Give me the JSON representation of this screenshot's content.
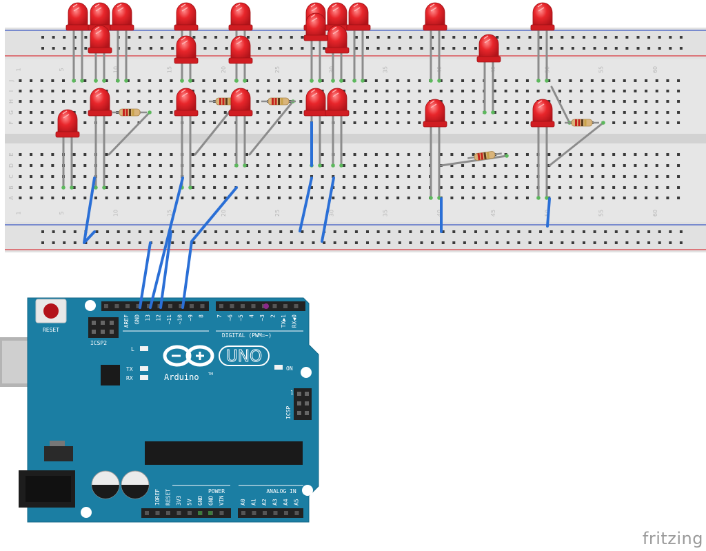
{
  "breadboard": {
    "column_numbers": [
      "1",
      "5",
      "10",
      "15",
      "20",
      "25",
      "30",
      "35",
      "40",
      "45",
      "50",
      "55",
      "60"
    ],
    "row_letters_top": [
      "J",
      "I",
      "H",
      "G",
      "F"
    ],
    "row_letters_bottom": [
      "E",
      "D",
      "C",
      "B",
      "A"
    ]
  },
  "arduino": {
    "model": "UNO",
    "brand": "Arduino",
    "trademark": "TM",
    "reset_label": "RESET",
    "icsp2_label": "ICSP2",
    "icsp_label": "ICSP",
    "icsp_pin1": "1",
    "digital_label": "DIGITAL (PWM=~)",
    "power_label": "POWER",
    "analog_label": "ANALOG IN",
    "led_l": "L",
    "led_tx": "TX",
    "led_rx": "RX",
    "led_on": "ON",
    "top_header_left": [
      "AREF",
      "GND",
      "13",
      "12",
      "~11",
      "~10",
      "~9",
      "8"
    ],
    "top_header_right": [
      "7",
      "~6",
      "~5",
      "4",
      "~3",
      "2",
      "TX▶1",
      "RX◀0"
    ],
    "power_pins": [
      "IOREF",
      "RESET",
      "3V3",
      "5V",
      "GND",
      "GND",
      "VIN"
    ],
    "analog_pins": [
      "A0",
      "A1",
      "A2",
      "A3",
      "A4",
      "A5"
    ]
  },
  "footer": {
    "brand": "fritzing"
  },
  "colors": {
    "board": "#1b7ea3",
    "wire": "#2a6fd6",
    "led": "#e4262a",
    "rail_red": "#d9363e",
    "rail_blue": "#3b56c4",
    "breadboard": "#e6e6e6"
  }
}
